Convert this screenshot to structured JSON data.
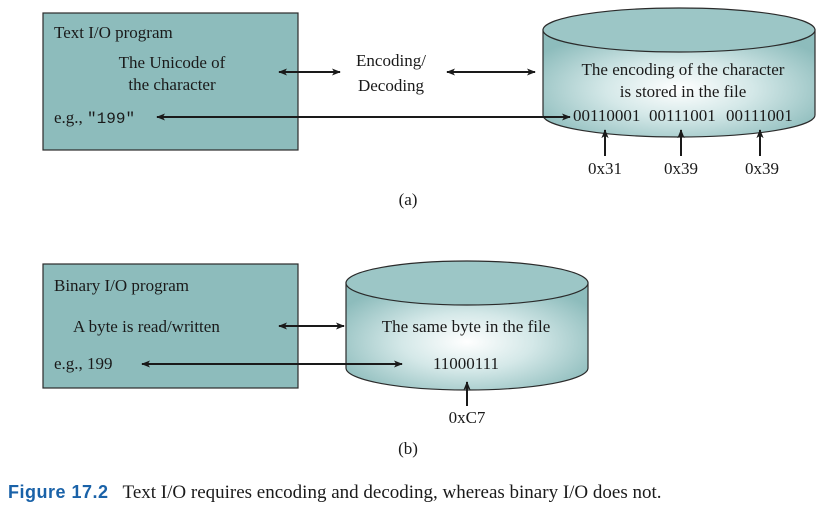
{
  "part_a": {
    "program_box_title": "Text I/O program",
    "unicode_line1": "The Unicode of",
    "unicode_line2": "the character",
    "example_prefix": "e.g., ",
    "example_value": "\"199\"",
    "encoding_line1": "Encoding/",
    "encoding_line2": "Decoding",
    "file_line1": "The encoding of the character",
    "file_line2": "is stored in the file",
    "bytes": [
      "00110001",
      "00111001",
      "00111001"
    ],
    "hex": [
      "0x31",
      "0x39",
      "0x39"
    ],
    "label": "(a)"
  },
  "part_b": {
    "program_box_title": "Binary I/O program",
    "byte_line": "A byte is read/written",
    "example": "e.g., 199",
    "file_line": "The same byte in the file",
    "byte": "11000111",
    "hex": "0xC7",
    "label": "(b)"
  },
  "caption": {
    "label": "Figure 17.2",
    "text": "Text I/O requires encoding and decoding, whereas binary I/O does not."
  },
  "colors": {
    "box_fill": "#8dbcbc",
    "cylinder_body": "#9cc6c6",
    "caption_label": "#1a62a8"
  }
}
